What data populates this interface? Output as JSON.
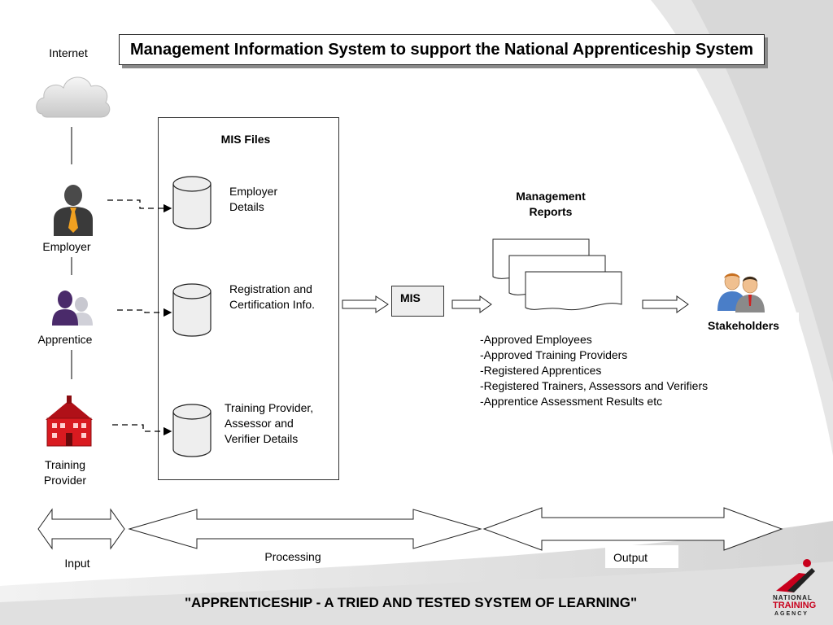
{
  "title": "Management Information System to support the National Apprenticeship System",
  "inputs": {
    "internet": "Internet",
    "employer": "Employer",
    "apprentice": "Apprentice",
    "training_provider": "Training\nProvider"
  },
  "mis_files": {
    "heading": "MIS Files",
    "items": [
      "Employer\nDetails",
      "Registration and\nCertification Info.",
      "Training Provider,\nAssessor and\nVerifier Details"
    ]
  },
  "mis": "MIS",
  "reports": {
    "heading": "Management\nReports",
    "items": [
      "-Approved Employees",
      "-Approved Training Providers",
      "-Registered Apprentices",
      "-Registered Trainers, Assessors and Verifiers",
      "-Apprentice Assessment Results  etc"
    ]
  },
  "stakeholders": "Stakeholders",
  "stages": {
    "input": "Input",
    "processing": "Processing",
    "output": "Output"
  },
  "footer": {
    "tagline": "\"APPRENTICESHIP - A TRIED AND TESTED SYSTEM OF LEARNING\"",
    "logo_line1": "NATIONAL",
    "logo_line2": "TRAINING",
    "logo_line3": "AGENCY"
  },
  "colors": {
    "logo_red": "#c8001c",
    "cylinder_fill": "#eeeeee",
    "building_red": "#d91a20"
  }
}
